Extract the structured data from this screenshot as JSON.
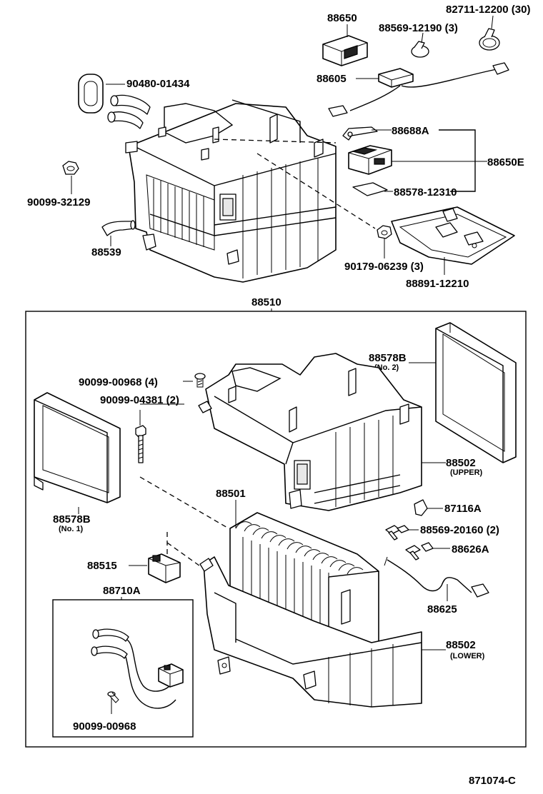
{
  "diagram_id": "871074-C",
  "assembly_number": "88510",
  "subassembly": "88710A",
  "labels": {
    "p88650": "88650",
    "p82711": "82711-12200 (30)",
    "p88569a": "88569-12190 (3)",
    "p88605": "88605",
    "p90480": "90480-01434",
    "p88688A": "88688A",
    "p88650E": "88650E",
    "p90099_32129": "90099-32129",
    "p88578_12310": "88578-12310",
    "p88539": "88539",
    "p90179": "90179-06239 (3)",
    "p88891": "88891-12210",
    "p88578B_2": "88578B",
    "p88578B_2_note": "(No. 2)",
    "p90099_00968_4": "90099-00968 (4)",
    "p90099_04381": "90099-04381 (2)",
    "p88502_upper": "88502",
    "p88502_upper_note": "(UPPER)",
    "p88578B_1": "88578B",
    "p88578B_1_note": "(No. 1)",
    "p88501": "88501",
    "p87116A": "87116A",
    "p88569b": "88569-20160 (2)",
    "p88626A": "88626A",
    "p88515": "88515",
    "p88625": "88625",
    "p88502_lower": "88502",
    "p88502_lower_note": "(LOWER)",
    "p90099_00968": "90099-00968"
  }
}
